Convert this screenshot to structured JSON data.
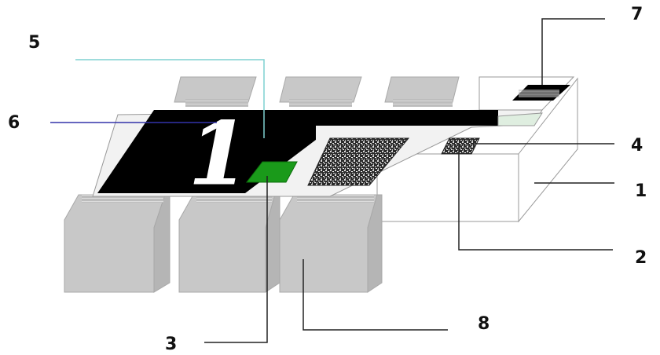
{
  "labels": {
    "l1": "1",
    "l2": "2",
    "l3": "3",
    "l4": "4",
    "l5": "5",
    "l6": "6",
    "l7": "7",
    "l8": "8"
  },
  "marking": "1",
  "colors": {
    "housing": "#c8c8c8",
    "housing_edge": "#a8a8a8",
    "layer": "#000000",
    "trim_pad": "#1a9a1a",
    "resistor_texture": "#444444",
    "leader_5": "#7fd0d0",
    "leader_6": "#3333aa",
    "leader_default": "#222222"
  }
}
